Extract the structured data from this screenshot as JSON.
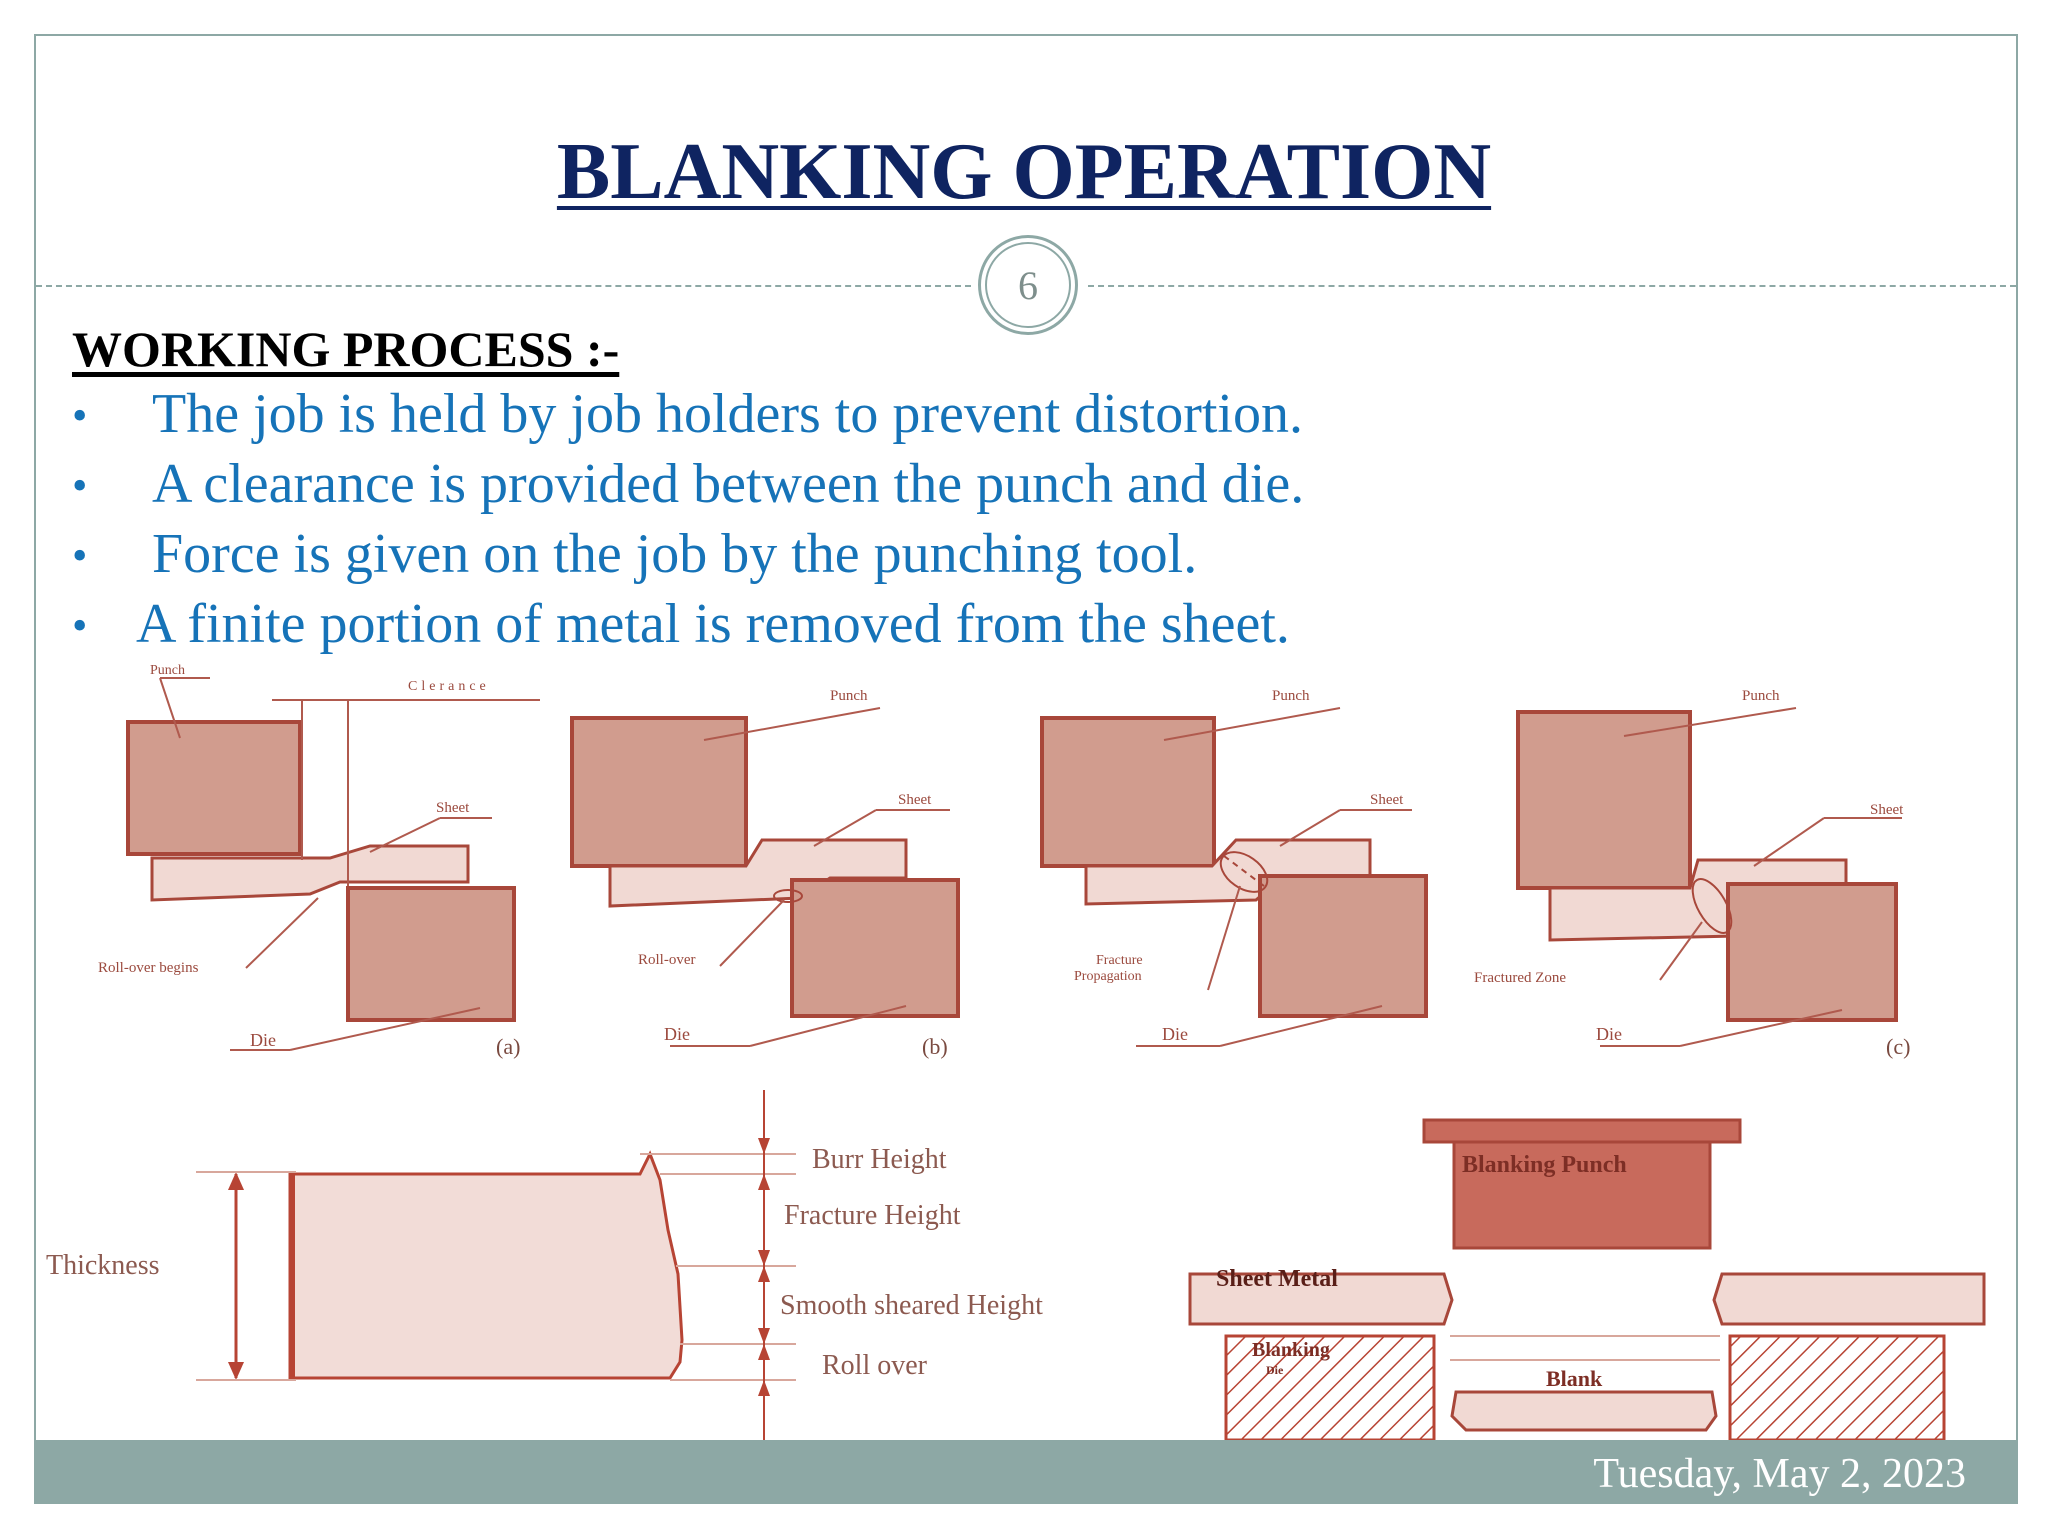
{
  "slide": {
    "title": "BLANKING OPERATION",
    "slide_number": "6",
    "heading": "WORKING  PROCESS :-",
    "bullets": [
      "The job is held by job holders to prevent distortion.",
      "A clearance is provided between the punch and die.",
      "Force is given on the job by the punching tool.",
      "A finite portion of metal is removed from the sheet."
    ],
    "bullet_symbol": "•",
    "footer_date": "Tuesday, May 2, 2023"
  },
  "diagram": {
    "labels": {
      "punch": "Punch",
      "clearance": "Clerance",
      "sheet": "Sheet",
      "die": "Die",
      "roll_over_begins": "Roll-over begins",
      "roll_over": "Roll-over",
      "fracture_propagation_1": "Fracture",
      "fracture_propagation_2": "Propagation",
      "fractured_zone": "Fractured Zone",
      "caption_a": "(a)",
      "caption_b": "(b)",
      "caption_c": "(c)"
    },
    "edge_profile": {
      "thickness": "Thickness",
      "burr_height": "Burr Height",
      "fracture_height": "Fracture Height",
      "smooth_sheared_height": "Smooth sheared Height",
      "roll_over": "Roll over"
    },
    "setup": {
      "blanking_punch": "Blanking Punch",
      "sheet_metal": "Sheet Metal",
      "blanking_die_1": "Blanking",
      "blanking_die_2": "Die",
      "blank": "Blank"
    },
    "colors": {
      "title": "#0f2461",
      "bullet_text": "#1673b8",
      "accent": "#8da8a5",
      "punch_fill": "#d19c8e",
      "tool_stroke": "#a8473a",
      "sheet_fill": "#f1d9d3",
      "die_red": "#b74434"
    }
  }
}
